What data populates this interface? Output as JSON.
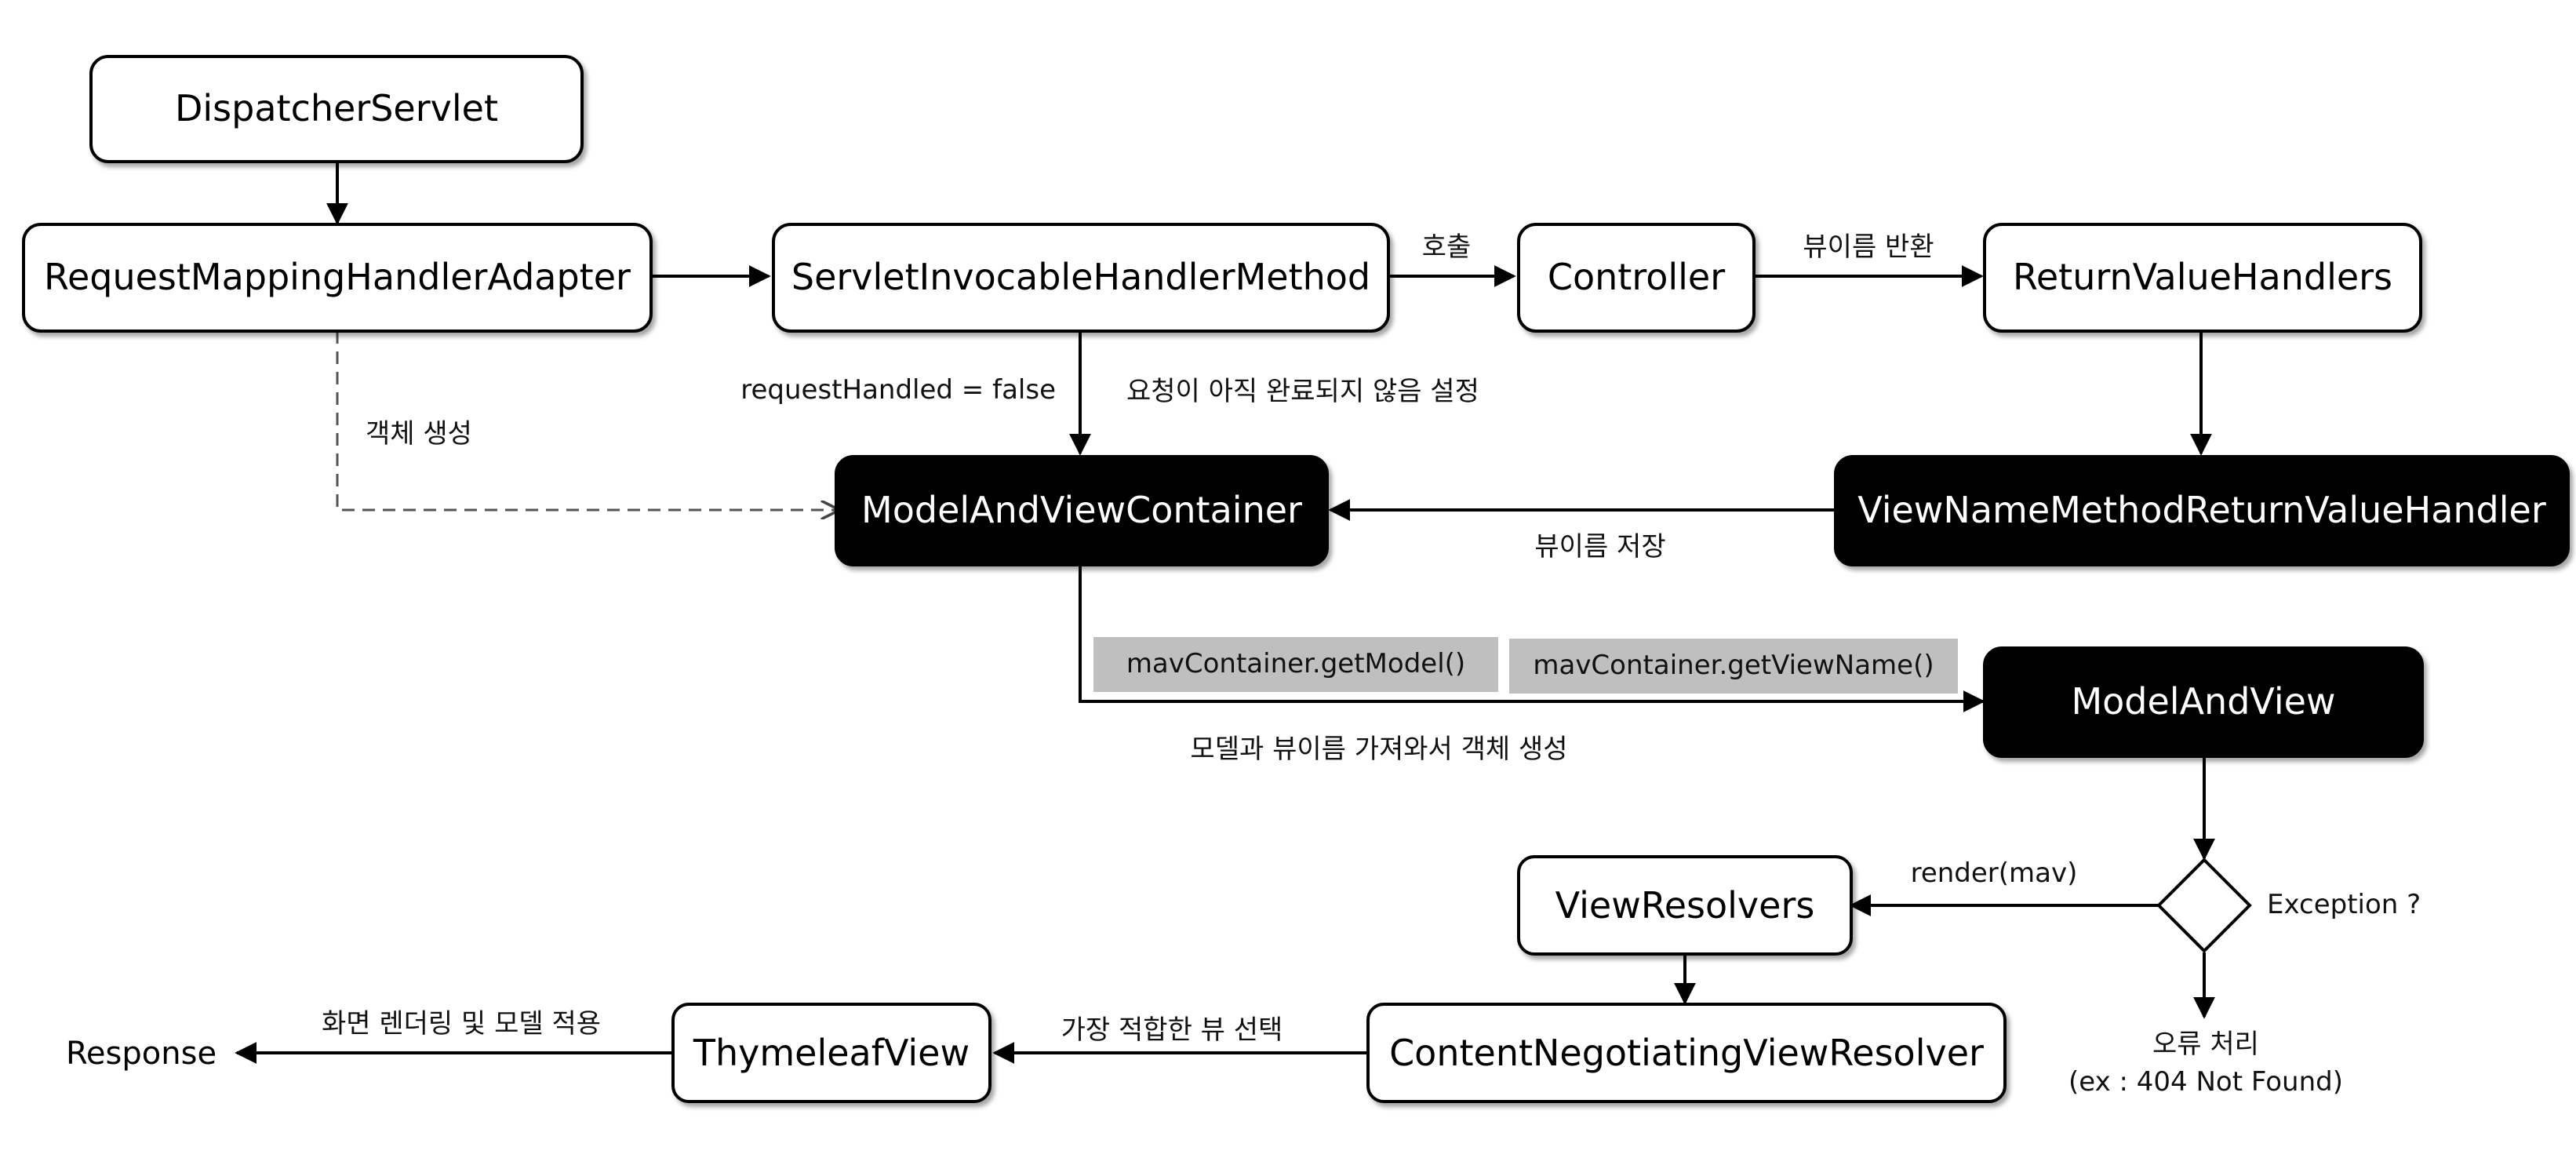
{
  "nodes": {
    "dispatcher_servlet": "DispatcherServlet",
    "request_mapping_handler_adapter": "RequestMappingHandlerAdapter",
    "servlet_invocable_handler_method": "ServletInvocableHandlerMethod",
    "controller": "Controller",
    "return_value_handlers": "ReturnValueHandlers",
    "model_and_view_container": "ModelAndViewContainer",
    "view_name_method_return_value_handler": "ViewNameMethodReturnValueHandler",
    "model_and_view": "ModelAndView",
    "view_resolvers": "ViewResolvers",
    "content_negotiating_view_resolver": "ContentNegotiatingViewResolver",
    "thymeleaf_view": "ThymeleafView",
    "response": "Response"
  },
  "edges": {
    "invoke": "호출",
    "return_view_name": "뷰이름 반환",
    "request_handled_false": "requestHandled = false",
    "request_not_completed": "요청이 아직 완료되지 않음 설정",
    "create_object": "객체 생성",
    "store_view_name": "뷰이름 저장",
    "get_model_and_view_name": "모델과 뷰이름 가져와서 객체 생성",
    "render_mav": "render(mav)",
    "select_best_view": "가장 적합한 뷰 선택",
    "render_and_apply_model": "화면 렌더링 및 모델 적용"
  },
  "notes": {
    "get_model": "mavContainer.getModel()",
    "get_view_name": "mavContainer.getViewName()"
  },
  "decision": {
    "label": "Exception ?",
    "error_handling": "오류 처리",
    "error_example": "(ex : 404 Not Found)"
  },
  "colors": {
    "dark_node_fill": "#000000",
    "light_node_fill": "#ffffff",
    "note_fill": "#bfbfbf",
    "line": "#000000"
  }
}
